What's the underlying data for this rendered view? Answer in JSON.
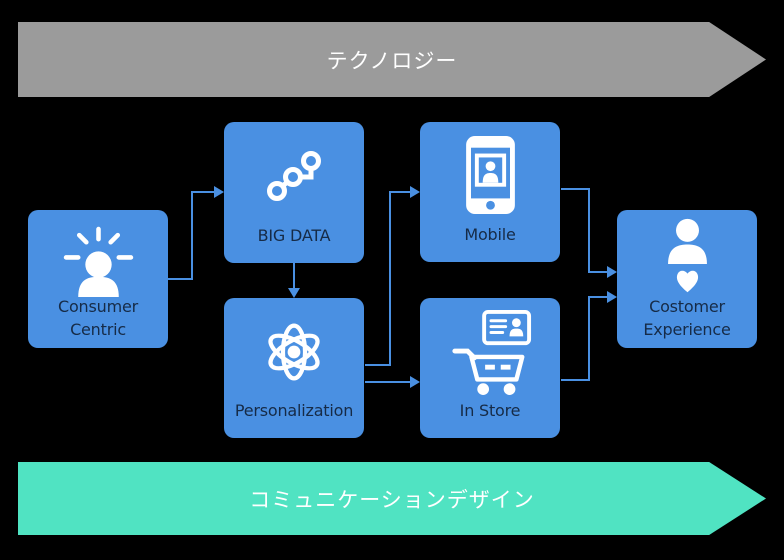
{
  "banners": {
    "top": {
      "label": "テクノロジー",
      "color": "#9b9b9b",
      "text_color": "#ffffff"
    },
    "bottom": {
      "label": "コミュニケーションデザイン",
      "color": "#50e3c2",
      "text_color": "#ffffff"
    }
  },
  "nodes": [
    {
      "id": "consumer-centric",
      "label": "Consumer\nCentric",
      "icon": "idea-person-icon"
    },
    {
      "id": "big-data",
      "label": "BIG DATA",
      "icon": "data-points-icon"
    },
    {
      "id": "personalization",
      "label": "Personalization",
      "icon": "atom-icon"
    },
    {
      "id": "mobile",
      "label": "Mobile",
      "icon": "smartphone-icon"
    },
    {
      "id": "in-store",
      "label": "In Store",
      "icon": "shopping-cart-icon"
    },
    {
      "id": "costomer-experience",
      "label": "Costomer\nExperience",
      "icon": "person-heart-icon"
    }
  ],
  "connections": [
    {
      "from": "consumer-centric",
      "to": "big-data"
    },
    {
      "from": "big-data",
      "to": "personalization"
    },
    {
      "from": "personalization",
      "to": "mobile"
    },
    {
      "from": "personalization",
      "to": "in-store"
    },
    {
      "from": "mobile",
      "to": "costomer-experience"
    },
    {
      "from": "in-store",
      "to": "costomer-experience"
    }
  ],
  "colors": {
    "background": "#000000",
    "node_bg": "#4a90e2",
    "node_text": "#162b47",
    "connector": "#4a90e2",
    "banner_top": "#9b9b9b",
    "banner_bottom": "#50e3c2"
  }
}
